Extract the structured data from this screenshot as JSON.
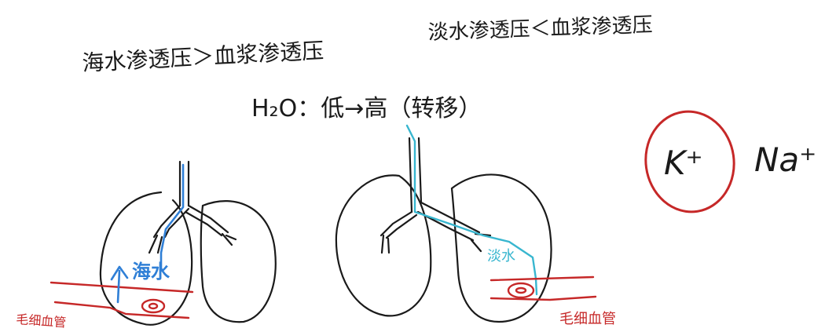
{
  "labels": {
    "seawater_relation": "海水渗透压＞血浆渗透压",
    "freshwater_relation": "淡水渗透压＜血浆渗透压",
    "water_flow": "H₂O：低→高（转移）",
    "seawater": "海水",
    "freshwater": "淡水",
    "capillary_left": "毛细血管",
    "capillary_right": "毛细血管",
    "potassium": "K⁺",
    "sodium": "Na⁺"
  },
  "colors": {
    "ink": "#1a1a1a",
    "seawater": "#2f7fd6",
    "freshwater": "#38b6cf",
    "vessel": "#c62828"
  }
}
